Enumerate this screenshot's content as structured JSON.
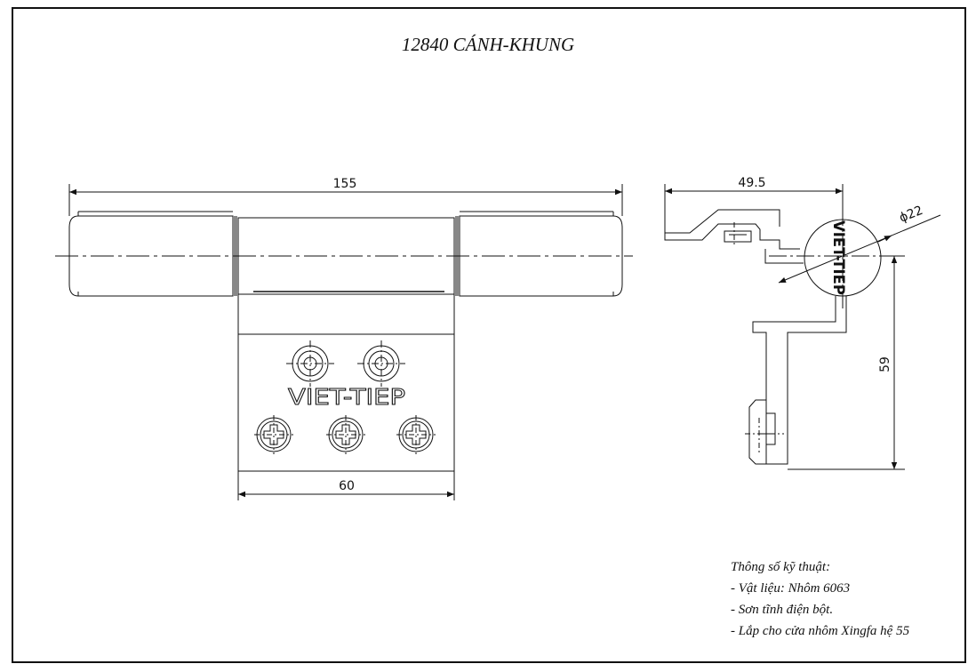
{
  "title": "12840 CÁNH-KHUNG",
  "dimensions": {
    "overall_length": "155",
    "leaf_width": "60",
    "side_width": "49.5",
    "barrel_diameter": "ϕ22",
    "side_height": "59"
  },
  "brand": {
    "front": "VIET-TIEP",
    "side": "VIET-TIEP"
  },
  "specs": {
    "heading": "Thông số kỹ thuật:",
    "lines": [
      "- Vật liệu: Nhôm 6063",
      "- Sơn tĩnh điện bột.",
      "- Lắp cho cửa nhôm Xingfa hệ 55"
    ]
  }
}
